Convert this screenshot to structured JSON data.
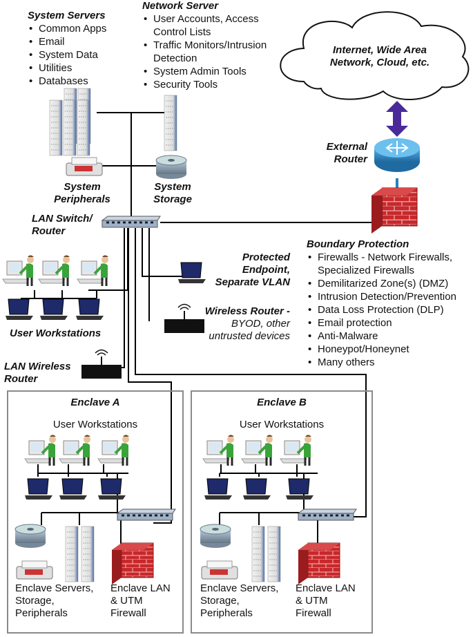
{
  "system_servers": {
    "title": "System Servers",
    "items": [
      "Common Apps",
      "Email",
      "System Data",
      "Utilities",
      "Databases"
    ]
  },
  "network_server": {
    "title": "Network Server",
    "items": [
      "User Accounts, Access Control Lists",
      "Traffic Monitors/Intrusion Detection",
      "System Admin Tools",
      "Security Tools"
    ]
  },
  "cloud": {
    "label": "Internet, Wide Area Network, Cloud, etc."
  },
  "external_router": {
    "label": "External Router"
  },
  "system_peripherals": {
    "label": "System Peripherals"
  },
  "system_storage": {
    "label": "System Storage"
  },
  "lan_switch": {
    "label": "LAN Switch/ Router"
  },
  "protected_endpoint": {
    "label": "Protected Endpoint, Separate VLAN"
  },
  "wireless_router": {
    "label_bold": "Wireless Router -",
    "label_rest": "BYOD, other untrusted devices"
  },
  "user_workstations": {
    "label": "User Workstations"
  },
  "lan_wireless_router": {
    "label": "LAN Wireless Router"
  },
  "boundary_protection": {
    "title": "Boundary Protection",
    "items": [
      "Firewalls - Network Firewalls, Specialized Firewalls",
      "Demilitarized Zone(s) (DMZ)",
      "Intrusion Detection/Prevention",
      "Data Loss Protection (DLP)",
      "Email protection",
      "Anti-Malware",
      "Honeypot/Honeynet",
      "Many others"
    ]
  },
  "enclaves": [
    {
      "title": "Enclave A",
      "workstations": "User Workstations",
      "servers": "Enclave Servers, Storage, Peripherals",
      "firewall": "Enclave LAN & UTM Firewall"
    },
    {
      "title": "Enclave B",
      "workstations": "User Workstations",
      "servers": "Enclave Servers, Storage, Peripherals",
      "firewall": "Enclave LAN & UTM Firewall"
    }
  ],
  "colors": {
    "router_blue": "#2a7fb8",
    "firewall_red": "#c8282b",
    "arrow_purple": "#4a2a9a",
    "enclave_border": "#8a8a8a"
  }
}
